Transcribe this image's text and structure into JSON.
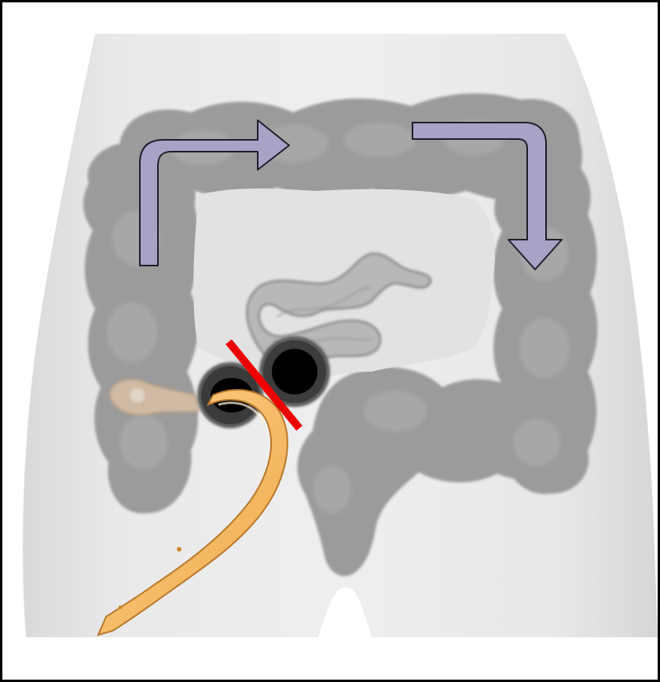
{
  "figure": {
    "colors": {
      "frame_border": "#000000",
      "background": "#ffffff",
      "body_silhouette": "#e6e6e6",
      "colon": "#9a9a9a",
      "colon_shadow": "#7a7a7a",
      "small_intestine": "#b3b3b3",
      "arrow_fill": "#a7a3c7",
      "arrow_stroke": "#2b2b3a",
      "stoma_ring": "#4a4a4a",
      "stoma_core": "#000000",
      "catheter": "#f3b75a",
      "catheter_edge": "#c98a2c",
      "division_line": "#ee0000",
      "appendix": "#e5c7a8"
    },
    "elements": [
      "body-silhouette",
      "colon",
      "small-intestine",
      "flow-arrow-transverse",
      "flow-arrow-descending",
      "stoma-ring-left",
      "stoma-ring-right",
      "division-line",
      "catheter",
      "appendix-remnant"
    ]
  }
}
